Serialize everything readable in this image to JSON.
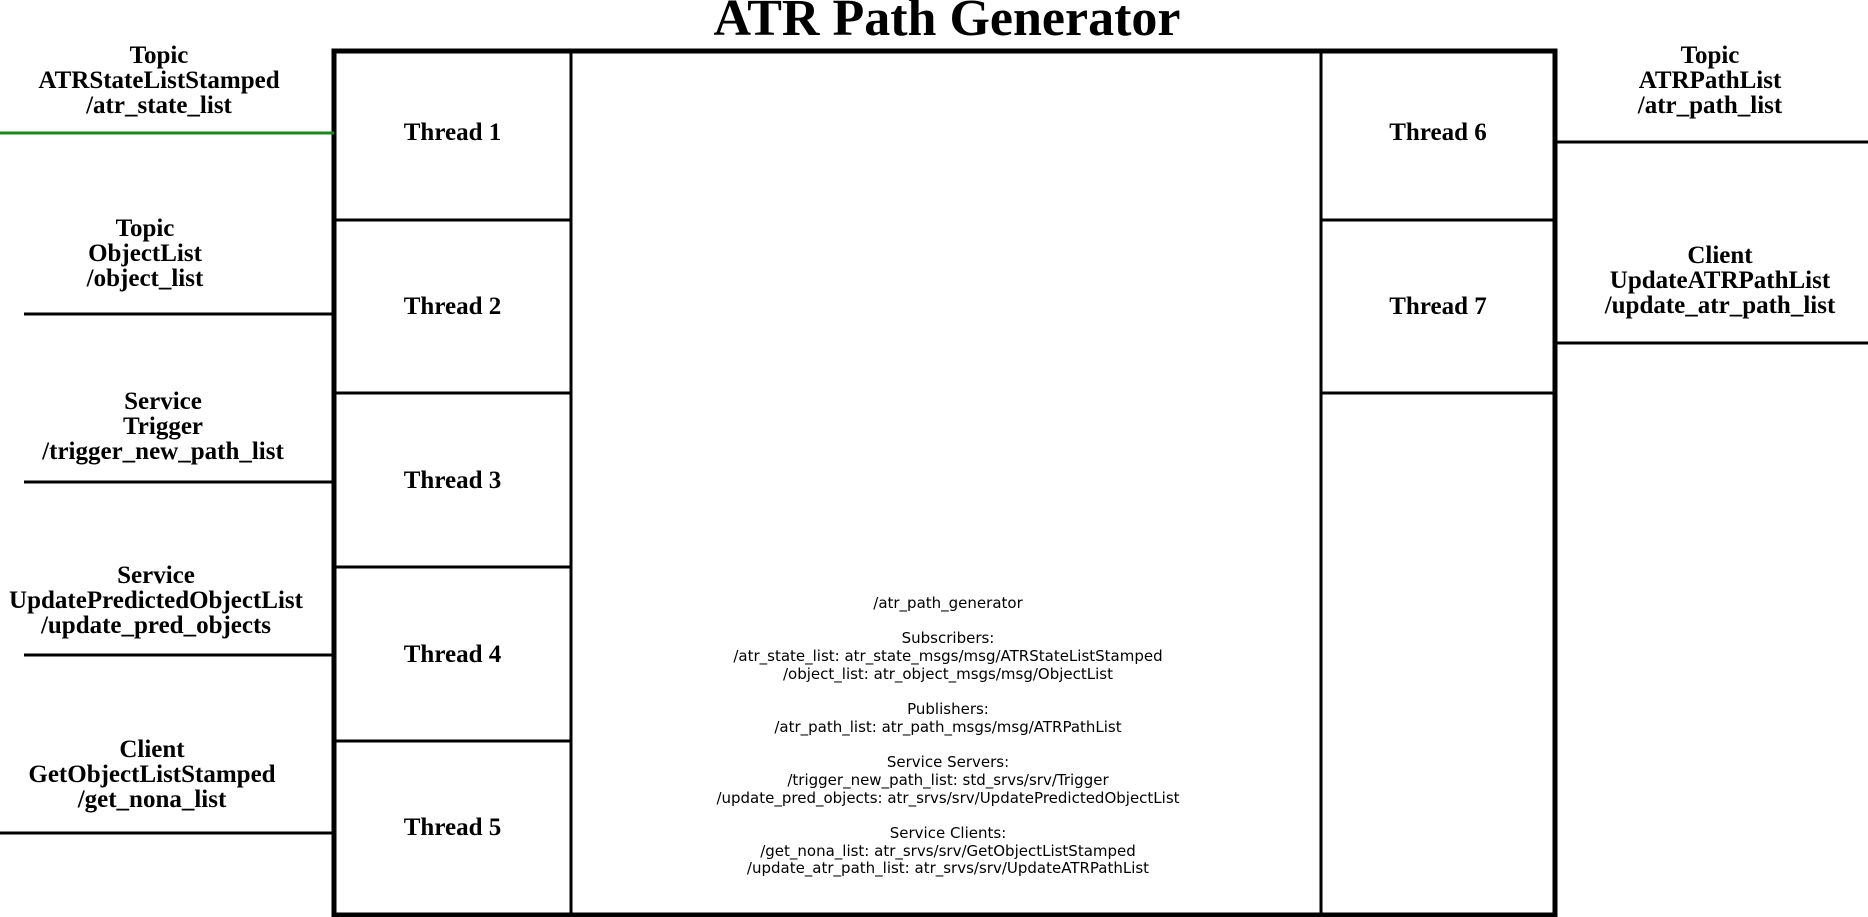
{
  "title": "ATR Path Generator",
  "colors": {
    "line": "#000000",
    "subscription_line": "#1a8a1a",
    "background": "#ffffff"
  },
  "threads_left": [
    "Thread 1",
    "Thread 2",
    "Thread 3",
    "Thread 4",
    "Thread 5"
  ],
  "threads_right": [
    "Thread 6",
    "Thread 7"
  ],
  "inputs": [
    {
      "kind": "Topic",
      "type": "ATRStateListStamped",
      "name": "/atr_state_list"
    },
    {
      "kind": "Topic",
      "type": "ObjectList",
      "name": "/object_list"
    },
    {
      "kind": "Service",
      "type": "Trigger",
      "name": "/trigger_new_path_list"
    },
    {
      "kind": "Service",
      "type": "UpdatePredictedObjectList",
      "name": "/update_pred_objects"
    },
    {
      "kind": "Client",
      "type": "GetObjectListStamped",
      "name": "/get_nona_list"
    }
  ],
  "outputs": [
    {
      "kind": "Topic",
      "type": "ATRPathList",
      "name": "/atr_path_list"
    },
    {
      "kind": "Client",
      "type": "UpdateATRPathList",
      "name": "/update_atr_path_list"
    }
  ],
  "node_info": {
    "node_name": "/atr_path_generator",
    "subscribers_heading": "Subscribers:",
    "subscribers": [
      "/atr_state_list: atr_state_msgs/msg/ATRStateListStamped",
      "/object_list: atr_object_msgs/msg/ObjectList"
    ],
    "publishers_heading": "Publishers:",
    "publishers": [
      "/atr_path_list: atr_path_msgs/msg/ATRPathList"
    ],
    "service_servers_heading": "Service Servers:",
    "service_servers": [
      "/trigger_new_path_list: std_srvs/srv/Trigger",
      "/update_pred_objects: atr_srvs/srv/UpdatePredictedObjectList"
    ],
    "service_clients_heading": "Service Clients:",
    "service_clients": [
      "/get_nona_list: atr_srvs/srv/GetObjectListStamped",
      "/update_atr_path_list: atr_srvs/srv/UpdateATRPathList"
    ]
  }
}
